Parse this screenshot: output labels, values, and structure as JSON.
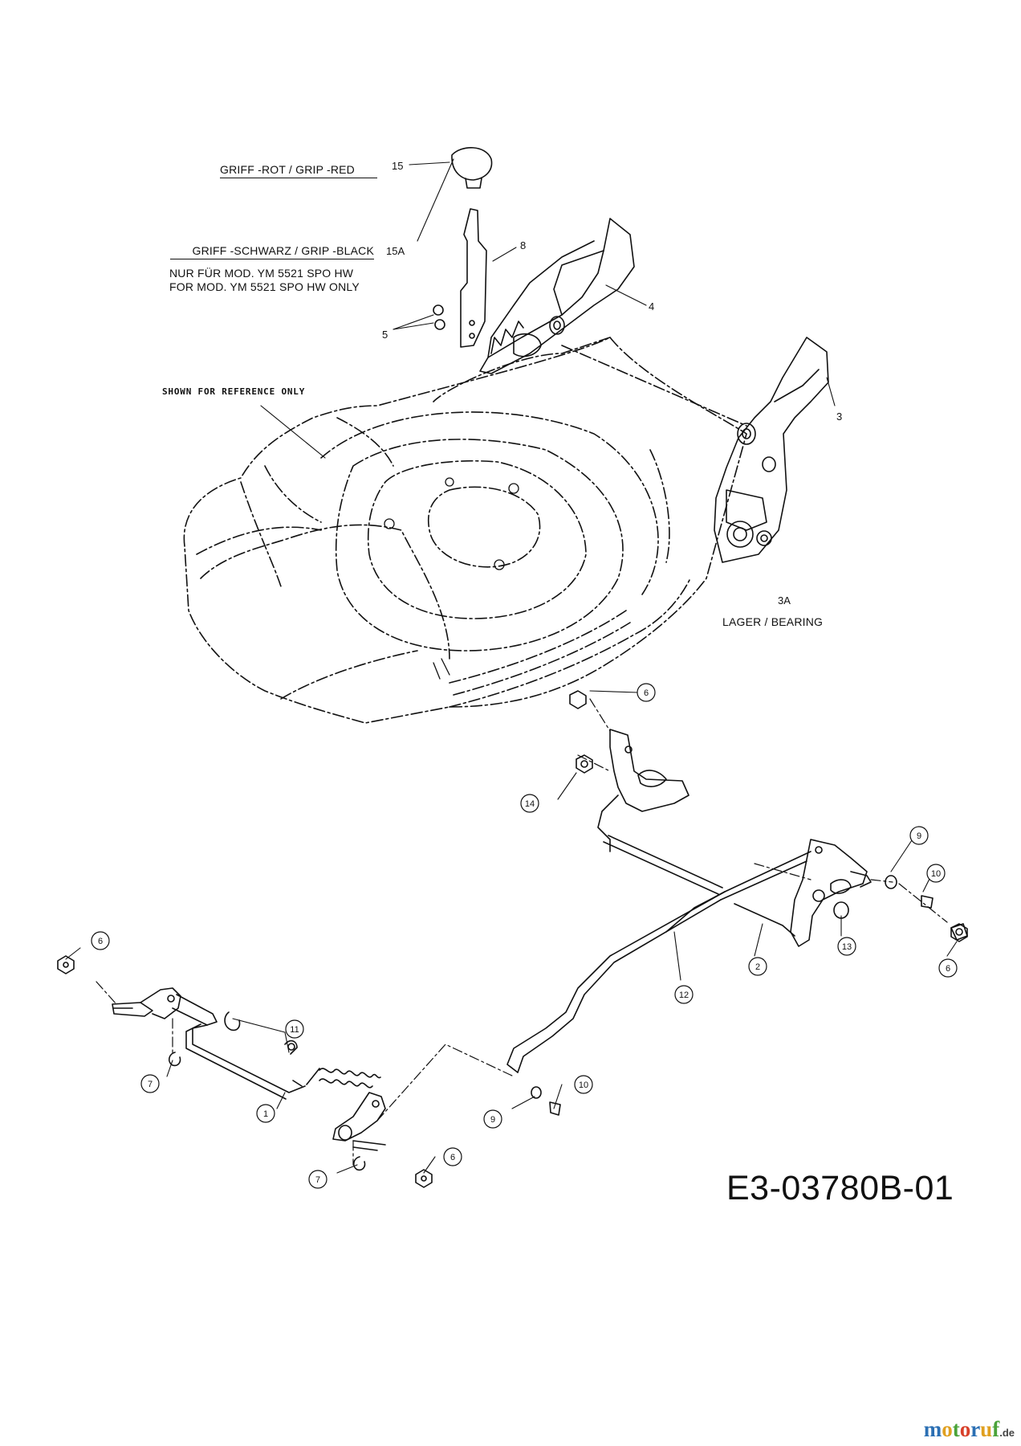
{
  "notes": {
    "grip_red": "GRIFF -ROT / GRIP -RED",
    "grip_black": "GRIFF -SCHWARZ / GRIP -BLACK",
    "model_de": "NUR FÜR MOD. YM 5521 SPO HW",
    "model_en": "FOR MOD. YM 5521 SPO HW  ONLY",
    "reference": "SHOWN FOR REFERENCE ONLY",
    "bearing": "LAGER / BEARING"
  },
  "part_labels": {
    "p15": "15",
    "p15a": "15A",
    "p8": "8",
    "p4": "4",
    "p5": "5",
    "p3": "3",
    "p3a": "3A"
  },
  "balloons": {
    "b6_top": "6",
    "b14": "14",
    "b9_right": "9",
    "b10_right": "10",
    "b13": "13",
    "b6_right": "6",
    "b2": "2",
    "b12": "12",
    "b6_left": "6",
    "b11": "11",
    "b7_upper": "7",
    "b1": "1",
    "b10_bottom": "10",
    "b9_bottom": "9",
    "b6_bottom": "6",
    "b7_lower": "7"
  },
  "drawing_code": "E3-03780B-01",
  "watermark": {
    "letters": [
      "m",
      "o",
      "t",
      "o",
      "r",
      "u",
      "f"
    ],
    "suffix": ".de",
    "colors": [
      "#2b6fb3",
      "#e0a020",
      "#4aa33a",
      "#d8402a",
      "#2b6fb3",
      "#e0a020",
      "#4aa33a"
    ]
  }
}
